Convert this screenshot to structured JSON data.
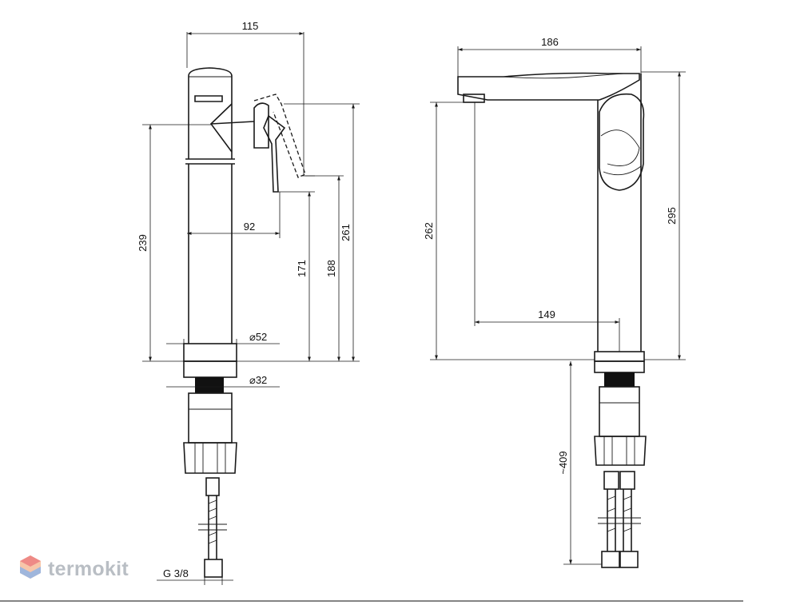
{
  "brand": {
    "name": "termokit",
    "logo_colors": [
      "#ee8a86",
      "#f7c6a9",
      "#9fb6dc"
    ],
    "text_color": "#b9bec4"
  },
  "front_view": {
    "width_overall": "115",
    "spout_reach": "92",
    "height_body": "239",
    "height_handle": "171",
    "height_outlet": "188",
    "height_total": "261",
    "diameter_base": "⌀52",
    "diameter_shank": "⌀32",
    "thread": "G 3/8"
  },
  "side_view": {
    "length_overall": "186",
    "outlet_offset": "149",
    "height_outlet": "262",
    "height_total": "295",
    "hose_length": "~409"
  }
}
